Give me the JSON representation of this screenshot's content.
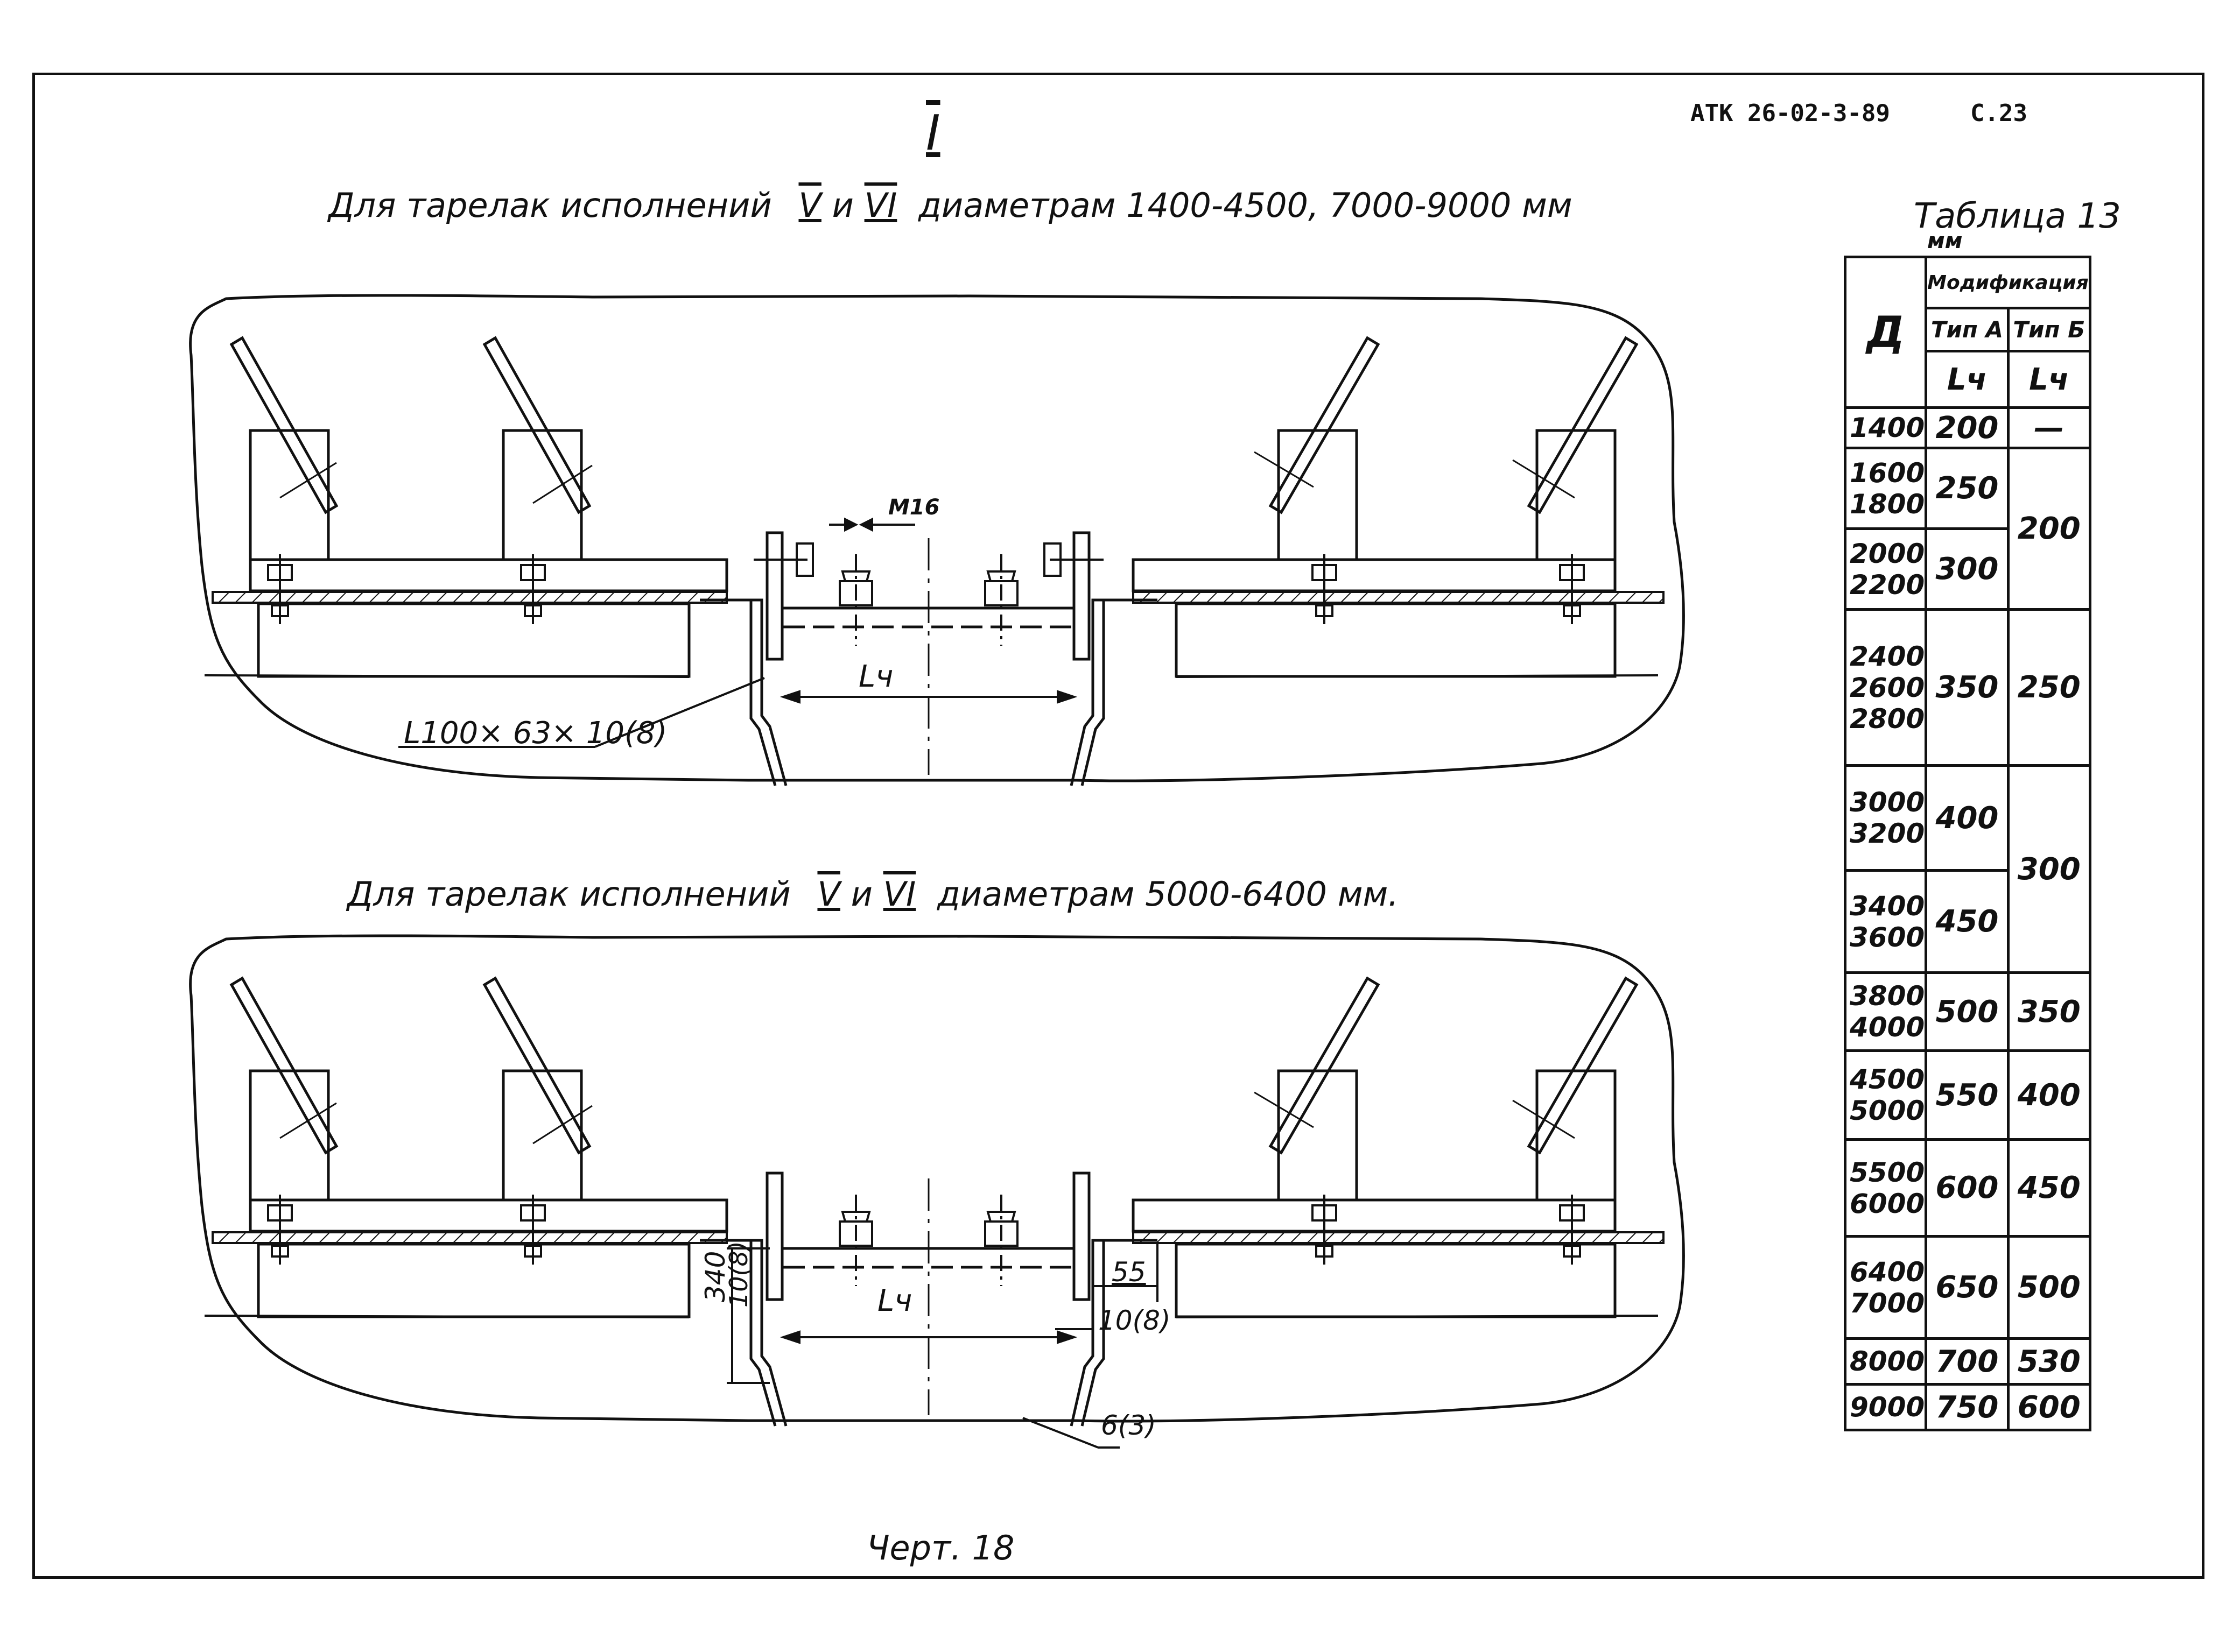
{
  "doc_code": "АТК 26-02-3-89",
  "page_num": "С.23",
  "section_mark": "I",
  "top_caption": {
    "prefix": "Для тарелак исполнений",
    "v": "V",
    "and": "и",
    "vi": "VI",
    "suffix": "диаметрам 1400-4500, 7000-9000 мм"
  },
  "bottom_caption": {
    "prefix": "Для тарелак исполнений",
    "v": "V",
    "and": "и",
    "vi": "VI",
    "suffix": "диаметрам 5000-6400 мм."
  },
  "top_labels": {
    "bolt": "M16",
    "length": "Lч",
    "angle": "L100× 63× 10(8)"
  },
  "bottom_labels": {
    "length": "Lч",
    "height": "340",
    "thk_left": "10(8)",
    "dim_55": "55",
    "thk_right": "10(8)",
    "wall": "6(3)"
  },
  "figure_caption": "Черт. 18",
  "table": {
    "title": "Таблица 13",
    "unit": "мм",
    "col_d": "Д",
    "col_group": "Модификация",
    "col_a": "Тип А",
    "col_b": "Тип Б",
    "sub_a": "Lч",
    "sub_b": "Lч",
    "rows": [
      {
        "d": [
          "1400"
        ],
        "a": "200",
        "b": "—"
      },
      {
        "d": [
          "1600",
          "1800"
        ],
        "a": "250"
      },
      {
        "d": [
          "2000",
          "2200"
        ],
        "a": "300"
      },
      {
        "d": [
          "2400",
          "2600",
          "2800"
        ],
        "a": "350",
        "b": "250"
      },
      {
        "d": [
          "3000",
          "3200"
        ],
        "a": "400"
      },
      {
        "d": [
          "3400",
          "3600"
        ],
        "a": "450"
      },
      {
        "d": [
          "3800",
          "4000"
        ],
        "a": "500",
        "b": "350"
      },
      {
        "d": [
          "4500",
          "5000"
        ],
        "a": "550",
        "b": "400"
      },
      {
        "d": [
          "5500",
          "6000"
        ],
        "a": "600",
        "b": "450"
      },
      {
        "d": [
          "6400",
          "7000"
        ],
        "a": "650",
        "b": "500"
      },
      {
        "d": [
          "8000"
        ],
        "a": "700",
        "b": "530"
      },
      {
        "d": [
          "9000"
        ],
        "a": "750",
        "b": "600"
      }
    ],
    "merged_b": {
      "b_200": "200",
      "b_300": "300"
    }
  }
}
